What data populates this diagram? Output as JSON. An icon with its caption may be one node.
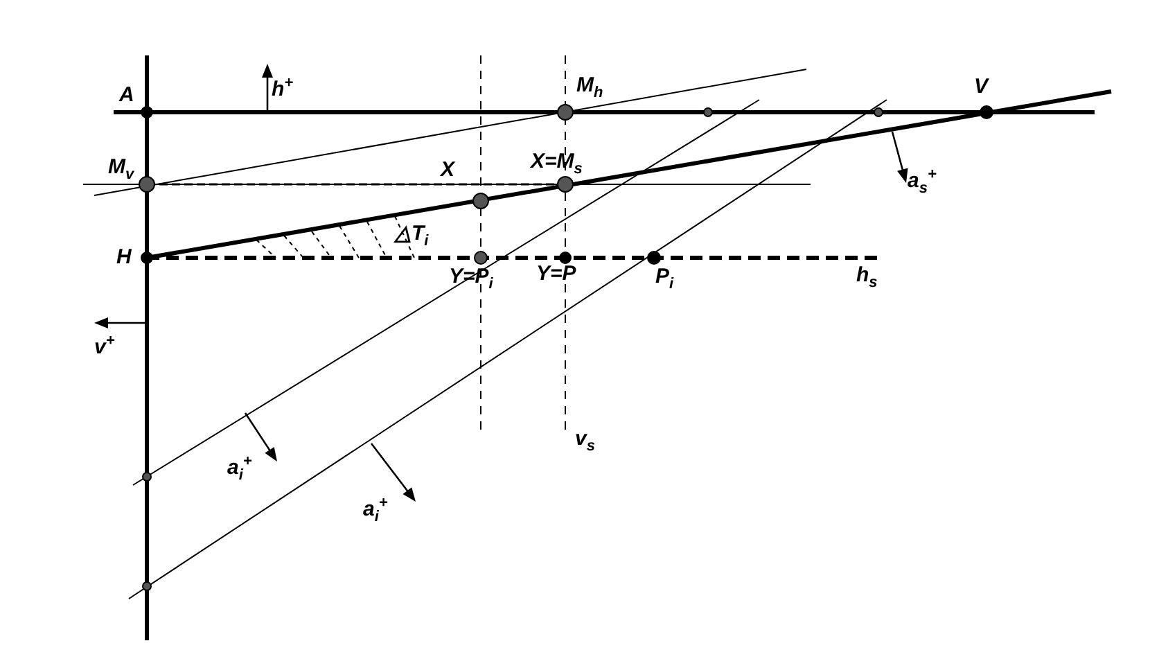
{
  "diagram": {
    "labels": [
      "A",
      "h$^{+}$",
      "M$_{h}$",
      "V",
      "M$_{v}$",
      "X=M$_{s}$",
      "a$_{s}$$^{+}$",
      "X",
      "△T$_{i}$",
      "H",
      "Y=P$_{i}$",
      "Y=P",
      "P$_{i}$",
      "h$_{s}$",
      "v$^{+}$",
      "v$_{s}$",
      "a$_{i}$$^{+}$",
      "a$_{i}$$^{+}$"
    ]
  }
}
